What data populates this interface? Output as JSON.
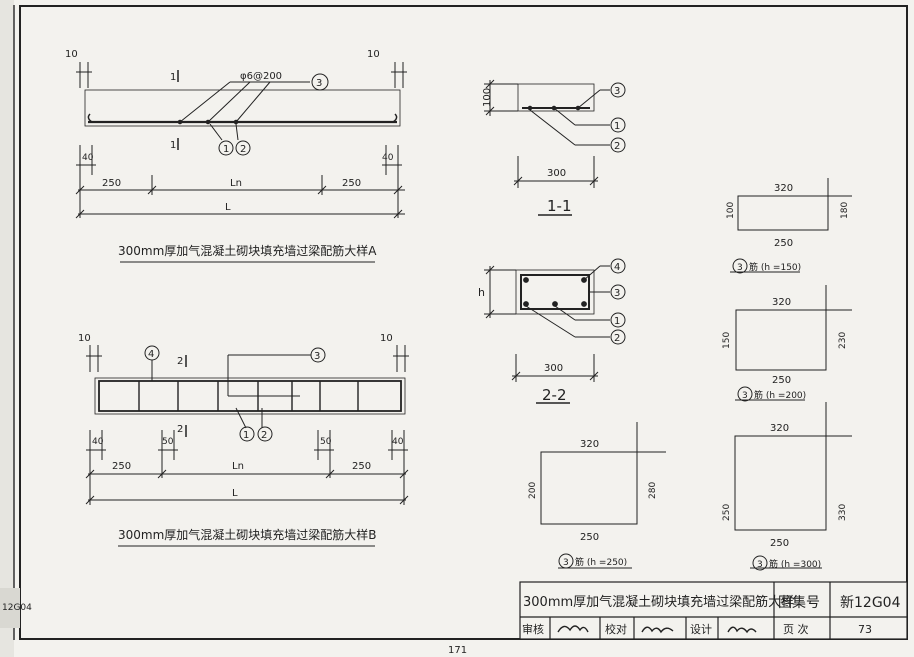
{
  "detail_a": {
    "caption": "300mm厚加气混凝土砌块填充墙过梁配筋大样A",
    "dim_10_left": "10",
    "dim_10_right": "10",
    "rebar_label": "φ6@200",
    "callout_3": "3",
    "callout_1": "1",
    "callout_2": "2",
    "section_mark": "1",
    "dim_40_left": "40",
    "dim_40_right": "40",
    "dim_250_left": "250",
    "dim_ln": "Ln",
    "dim_250_right": "250",
    "dim_l": "L"
  },
  "detail_b": {
    "caption": "300mm厚加气混凝土砌块填充墙过梁配筋大样B",
    "dim_10_left": "10",
    "dim_10_right": "10",
    "callout_4": "4",
    "callout_3": "3",
    "callout_1": "1",
    "callout_2": "2",
    "section_mark": "2",
    "dim_40_left": "40",
    "dim_50_left": "50",
    "dim_50_right": "50",
    "dim_40_right": "40",
    "dim_250_left": "250",
    "dim_ln": "Ln",
    "dim_250_right": "250",
    "dim_l": "L"
  },
  "section_1": {
    "title": "1-1",
    "height_dim": "100",
    "width_dim": "300",
    "callouts": [
      "3",
      "1",
      "2"
    ]
  },
  "section_2": {
    "title": "2-2",
    "height_dim": "h",
    "width_dim": "300",
    "callouts": [
      "4",
      "3",
      "1",
      "2"
    ]
  },
  "stirrups": {
    "h150": {
      "top": "320",
      "bottom": "250",
      "left": "100",
      "right": "180",
      "label_num": "3",
      "label": "筋 (h =150)"
    },
    "h200": {
      "top": "320",
      "bottom": "250",
      "left": "150",
      "right": "230",
      "label_num": "3",
      "label": "筋 (h =200)"
    },
    "h250": {
      "top": "320",
      "bottom": "250",
      "left": "200",
      "right": "280",
      "label_num": "3",
      "label": "筋 (h =250)"
    },
    "h300": {
      "top": "320",
      "bottom": "250",
      "left": "250",
      "right": "330",
      "label_num": "3",
      "label": "筋 (h =300)"
    }
  },
  "title_block": {
    "title": "300mm厚加气混凝土砌块填充墙过梁配筋大样",
    "atlas_label": "图集号",
    "atlas_no": "新12G04",
    "review": "审核",
    "check": "校对",
    "design": "设计",
    "page_label": "页  次",
    "page_no": "73"
  },
  "page_number": "171",
  "side_stamp": "12G04"
}
